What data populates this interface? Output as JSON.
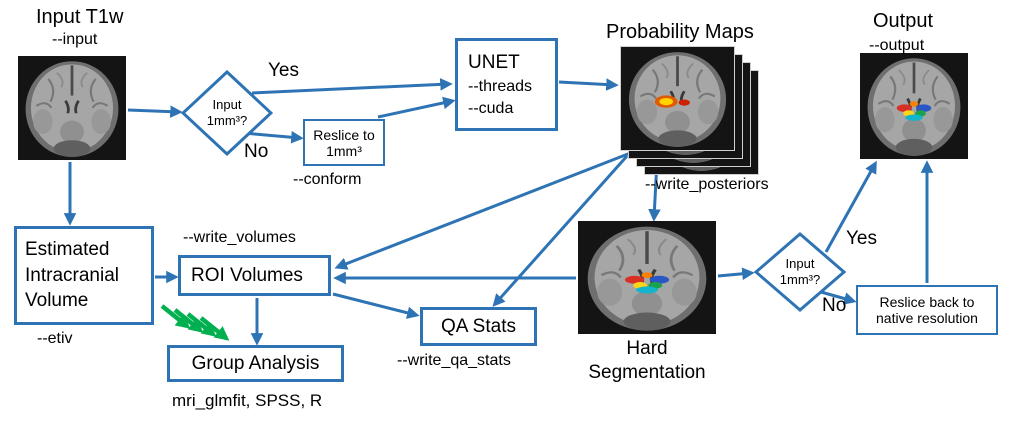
{
  "colors": {
    "blue": "#2E74B5",
    "green": "#00B050",
    "text": "#000000"
  },
  "nodes": {
    "input": {
      "title": "Input T1w",
      "flag": "--input"
    },
    "decision1": {
      "label": "Input 1mm³?",
      "yes": "Yes",
      "no": "No"
    },
    "reslice": {
      "label": "Reslice to 1mm³",
      "flag": "--conform"
    },
    "unet": {
      "title": "UNET",
      "flag_threads": "--threads",
      "flag_cuda": "--cuda"
    },
    "probmaps": {
      "title": "Probability Maps",
      "flag": "--write_posteriors"
    },
    "output": {
      "title": "Output",
      "flag": "--output"
    },
    "eiv": {
      "label": "Estimated Intracranial Volume",
      "flag": "--etiv"
    },
    "roi": {
      "label": "ROI Volumes",
      "flag": "--write_volumes"
    },
    "group": {
      "label": "Group Analysis",
      "tools": "mri_glmfit, SPSS, R"
    },
    "qa": {
      "label": "QA Stats",
      "flag": "--write_qa_stats"
    },
    "hardseg": {
      "label": "Hard Segmentation"
    },
    "decision2": {
      "label": "Input 1mm³?",
      "yes": "Yes",
      "no": "No"
    },
    "resliceback": {
      "label": "Reslice back to native resolution"
    }
  }
}
